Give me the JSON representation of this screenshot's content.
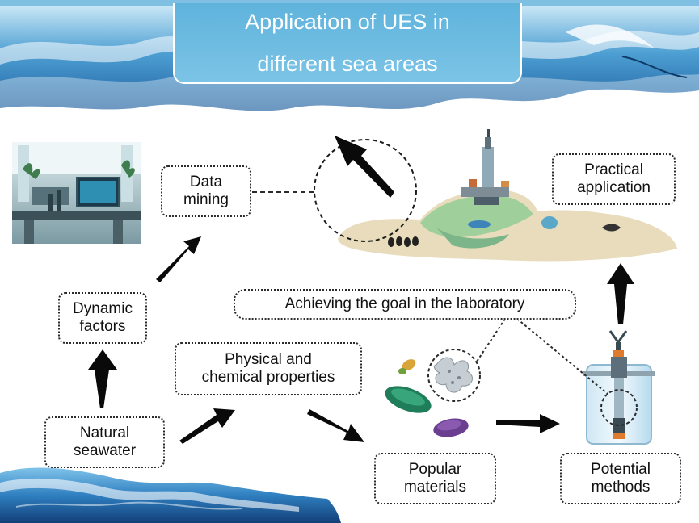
{
  "title": {
    "line1": "Application of UES in",
    "line2": "different sea areas"
  },
  "nodes": {
    "data_mining": [
      "Data",
      "mining"
    ],
    "practical_application": [
      "Practical",
      "application"
    ],
    "dynamic_factors": [
      "Dynamic",
      "factors"
    ],
    "goal": "Achieving the goal in the laboratory",
    "physical_chemical": [
      "Physical and",
      "chemical properties"
    ],
    "natural_seawater": [
      "Natural",
      "seawater"
    ],
    "popular_materials": [
      "Popular",
      "materials"
    ],
    "potential_methods": [
      "Potential",
      "methods"
    ]
  },
  "colors": {
    "sea_deep": "#1f5f9e",
    "sea_light": "#8fcdeb",
    "title_bg": "#6dbbe2",
    "arrow": "#0a0a0a",
    "box_border": "#2b2b2b"
  },
  "icons": {
    "laboratory": "lab-room-image",
    "island": "offshore-platform-island",
    "materials": "material-samples",
    "device": "sampling-device"
  }
}
